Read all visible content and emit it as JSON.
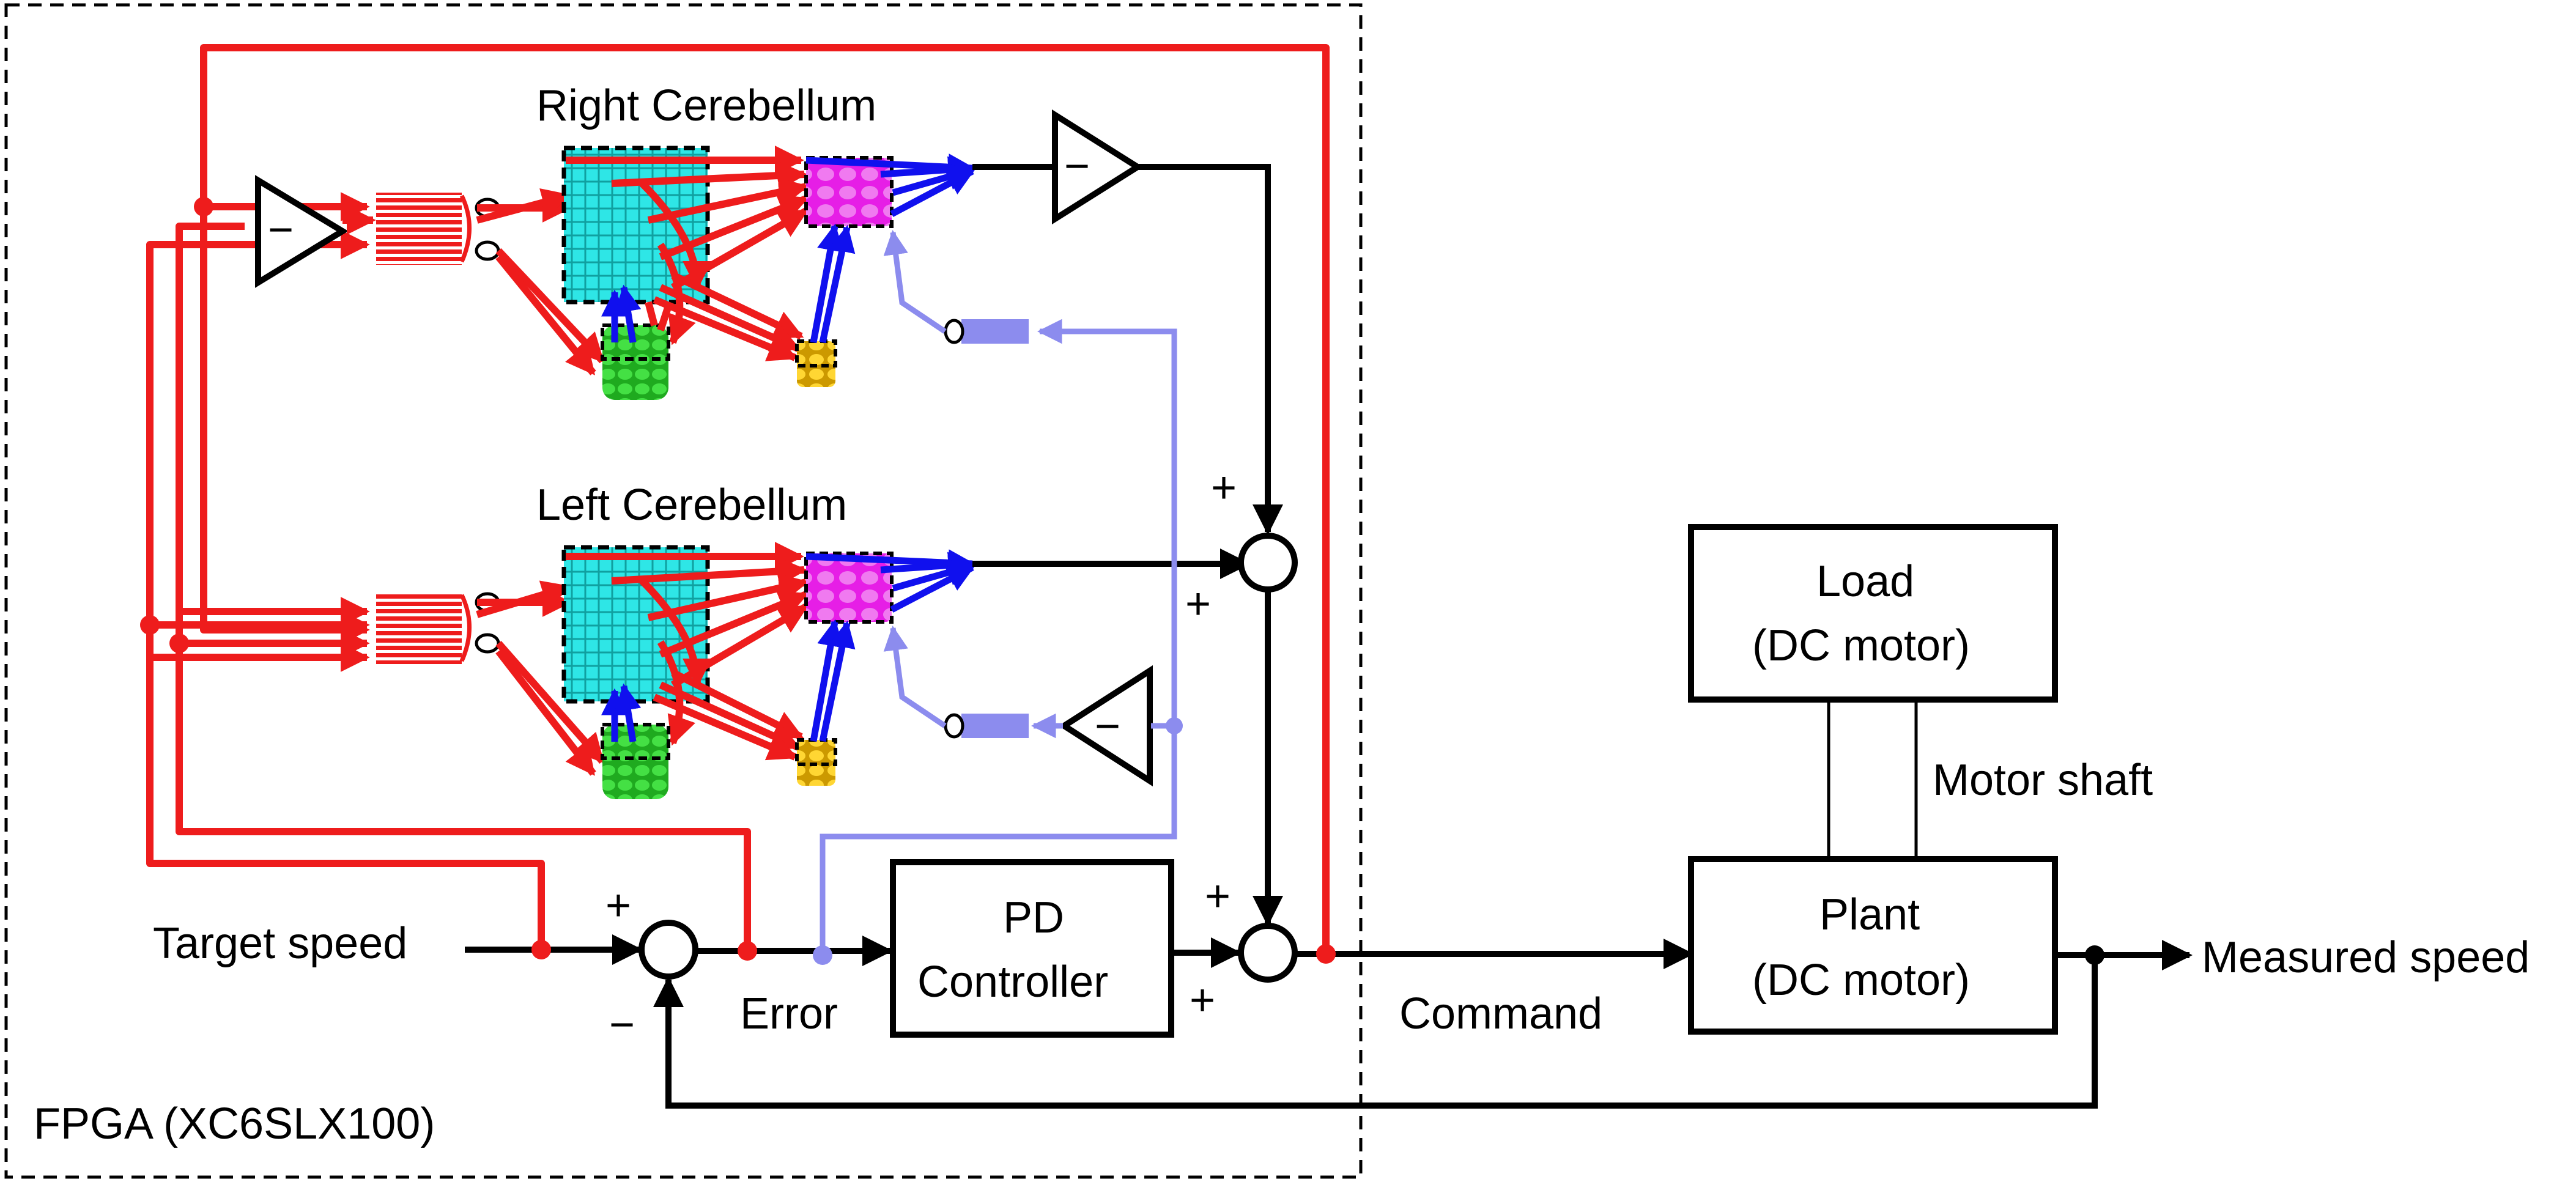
{
  "labels": {
    "right_cerebellum": "Right Cerebellum",
    "left_cerebellum": "Left Cerebellum",
    "load_line1": "Load",
    "load_line2": "(DC motor)",
    "motor_shaft": "Motor shaft",
    "plant_line1": "Plant",
    "plant_line2": "(DC motor)",
    "pd_line1": "PD",
    "pd_line2": "Controller",
    "target_speed": "Target speed",
    "error": "Error",
    "command": "Command",
    "measured_speed": "Measured speed",
    "fpga": "FPGA (XC6SLX100)"
  },
  "signs": {
    "plus": "+",
    "minus": "−"
  },
  "colors": {
    "mossy_fiber": "#ee1c1c",
    "inhibitory": "#1010ee",
    "climbing_fiber": "#8c8cee",
    "granular": "#2ee6e6",
    "purkinje": "#e61ee6",
    "golgi": "#33cc33",
    "nuclei": "#e6b800"
  }
}
